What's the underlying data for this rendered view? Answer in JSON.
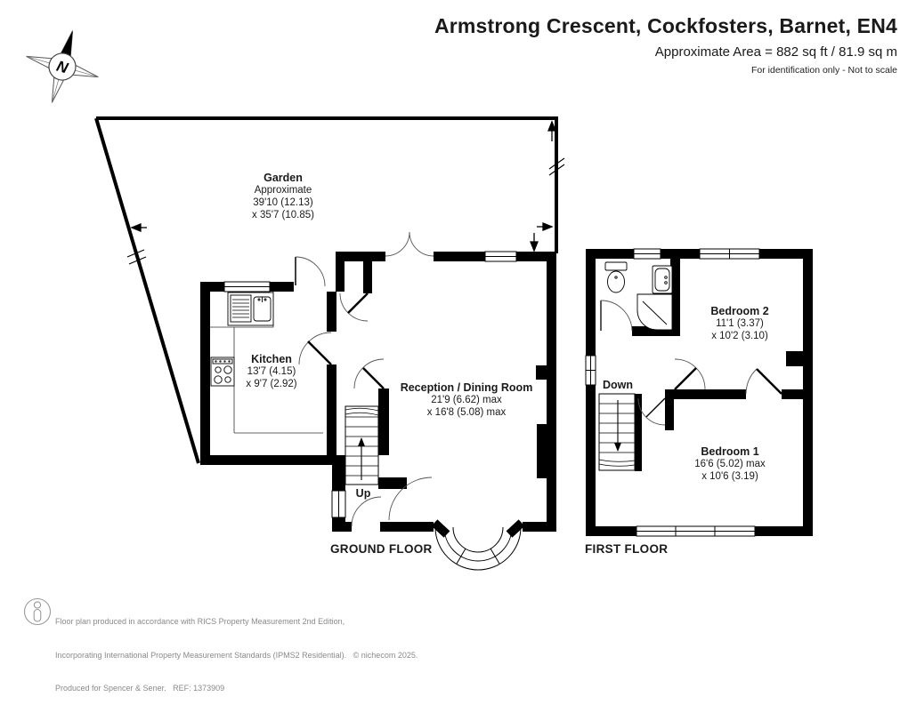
{
  "header": {
    "title": "Armstrong Crescent, Cockfosters, Barnet, EN4",
    "area_line": "Approximate Area = 882 sq ft / 81.9 sq m",
    "disclaimer": "For identification only - Not to scale"
  },
  "compass": {
    "label": "N"
  },
  "ground_floor": {
    "floor_label": "GROUND FLOOR",
    "garden": {
      "name": "Garden",
      "note": "Approximate",
      "dim1": "39'10 (12.13)",
      "dim2": "x 35'7 (10.85)"
    },
    "kitchen": {
      "name": "Kitchen",
      "dim1": "13'7 (4.15)",
      "dim2": "x 9'7 (2.92)"
    },
    "reception": {
      "name": "Reception / Dining Room",
      "dim1": "21'9 (6.62) max",
      "dim2": "x 16'8 (5.08) max"
    },
    "stairs_label": "Up"
  },
  "first_floor": {
    "floor_label": "FIRST FLOOR",
    "bedroom2": {
      "name": "Bedroom 2",
      "dim1": "11'1 (3.37)",
      "dim2": "x 10'2 (3.10)"
    },
    "bedroom1": {
      "name": "Bedroom 1",
      "dim1": "16'6 (5.02) max",
      "dim2": "x 10'6 (3.19)"
    },
    "stairs_label": "Down"
  },
  "footer": {
    "line1": "Floor plan produced in accordance with RICS Property Measurement 2nd Edition,",
    "line2": "Incorporating International Property Measurement Standards (IPMS2 Residential).   © nichecom 2025.",
    "line3": "Produced for Spencer & Sener.   REF: 1373909"
  },
  "colors": {
    "wall": "#000000",
    "text": "#1a1a1a",
    "muted_text": "#8a8a8a"
  }
}
